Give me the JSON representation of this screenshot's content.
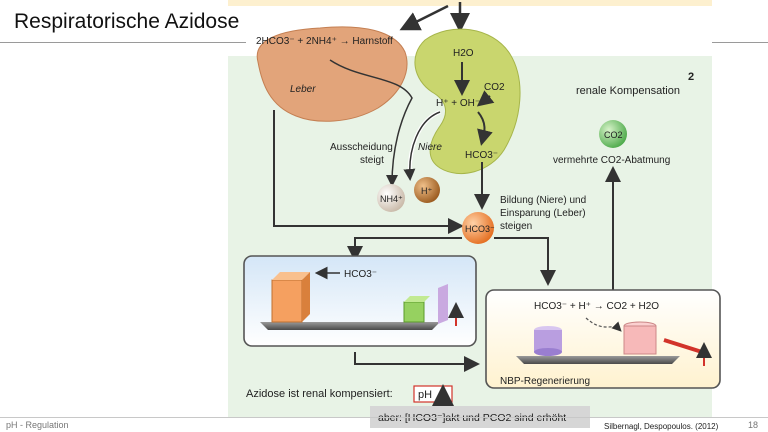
{
  "slide": {
    "title": "Respiratorische Azidose",
    "footer_left": "pH - Regulation",
    "page_number": "18",
    "credit": "Silbernagl, Despopoulos. (2012)"
  },
  "diagram": {
    "top_equation": "2HCO3⁻ + 2NH4⁺ → Harnstoff",
    "liver": "Leber",
    "kidney": "Niere",
    "h2o": "H2O",
    "co2_kidney": "CO2",
    "h_oh": "H⁺ + OH⁻",
    "hco3_kidney": "HCO3⁻",
    "excretion_1": "Ausscheidung",
    "excretion_2": "steigt",
    "nh4": "NH4⁺",
    "h_plus": "H⁺",
    "step_number": "2",
    "step_title": "renale Kompensation",
    "co2_ball": "CO2",
    "co2_exhale": "vermehrte CO2-Abatmung",
    "formation_1": "Bildung (Niere) und",
    "formation_2": "Einsparung (Leber)",
    "formation_3": "steigen",
    "hco3_ball": "HCO3⁻",
    "hco3_left_box": "HCO3⁻",
    "reaction": "HCO3⁻ + H⁺ → CO2 + H2O",
    "nbp": "NBP-Regenerierung",
    "compensated": "Azidose ist renal kompensiert:",
    "ph_badge": "pH",
    "but_note": "aber: [HCO3⁻]akt und PCO2 sind erhöht"
  },
  "colors": {
    "panel_bg": "#e8f3e6",
    "liver": "#e2a47a",
    "kidney": "#c9d66e",
    "hco3_ball": "#f08a3c",
    "co2_ball": "#6cc36a",
    "ph_red": "#d2332a"
  }
}
